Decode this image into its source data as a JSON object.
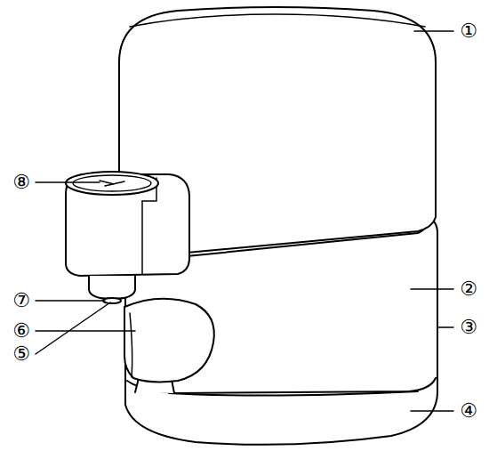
{
  "diagram": {
    "labels": [
      "①",
      "②",
      "③",
      "④",
      "⑤",
      "⑥",
      "⑦",
      "⑧"
    ]
  }
}
